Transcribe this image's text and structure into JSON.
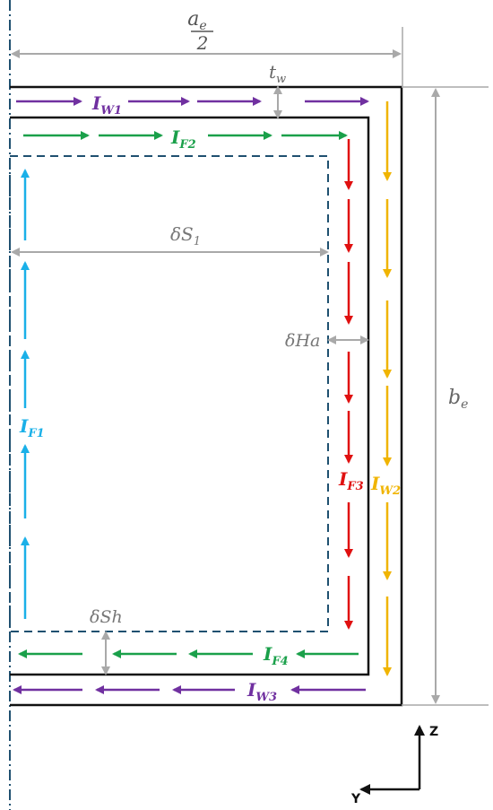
{
  "colors": {
    "outline": "#111111",
    "dim": "#a9a9a9",
    "dash_box": "#1f5070",
    "axis_line": "#1f5070",
    "iw1": "#7030a0",
    "if2": "#1aa04a",
    "if1": "#1ab0e8",
    "if3": "#e01010",
    "iw2": "#f0b400",
    "if4": "#1aa04a",
    "iw3": "#7030a0"
  },
  "labels": {
    "half_width_num": "a",
    "half_width_sub": "e",
    "half_width_den": "2",
    "tw_main": "t",
    "tw_sub": "w",
    "be_main": "b",
    "be_sub": "e",
    "ds1_main": "δS",
    "ds1_sub": "1",
    "dha": "δHa",
    "dsh": "δSh",
    "iw1_main": "I",
    "iw1_sub": "W1",
    "if2_main": "I",
    "if2_sub": "F2",
    "if1_main": "I",
    "if1_sub": "F1",
    "if3_main": "I",
    "if3_sub": "F3",
    "iw2_main": "I",
    "iw2_sub": "W2",
    "if4_main": "I",
    "if4_sub": "F4",
    "iw3_main": "I",
    "iw3_sub": "W3",
    "axis_z": "Z",
    "axis_y": "Y"
  }
}
